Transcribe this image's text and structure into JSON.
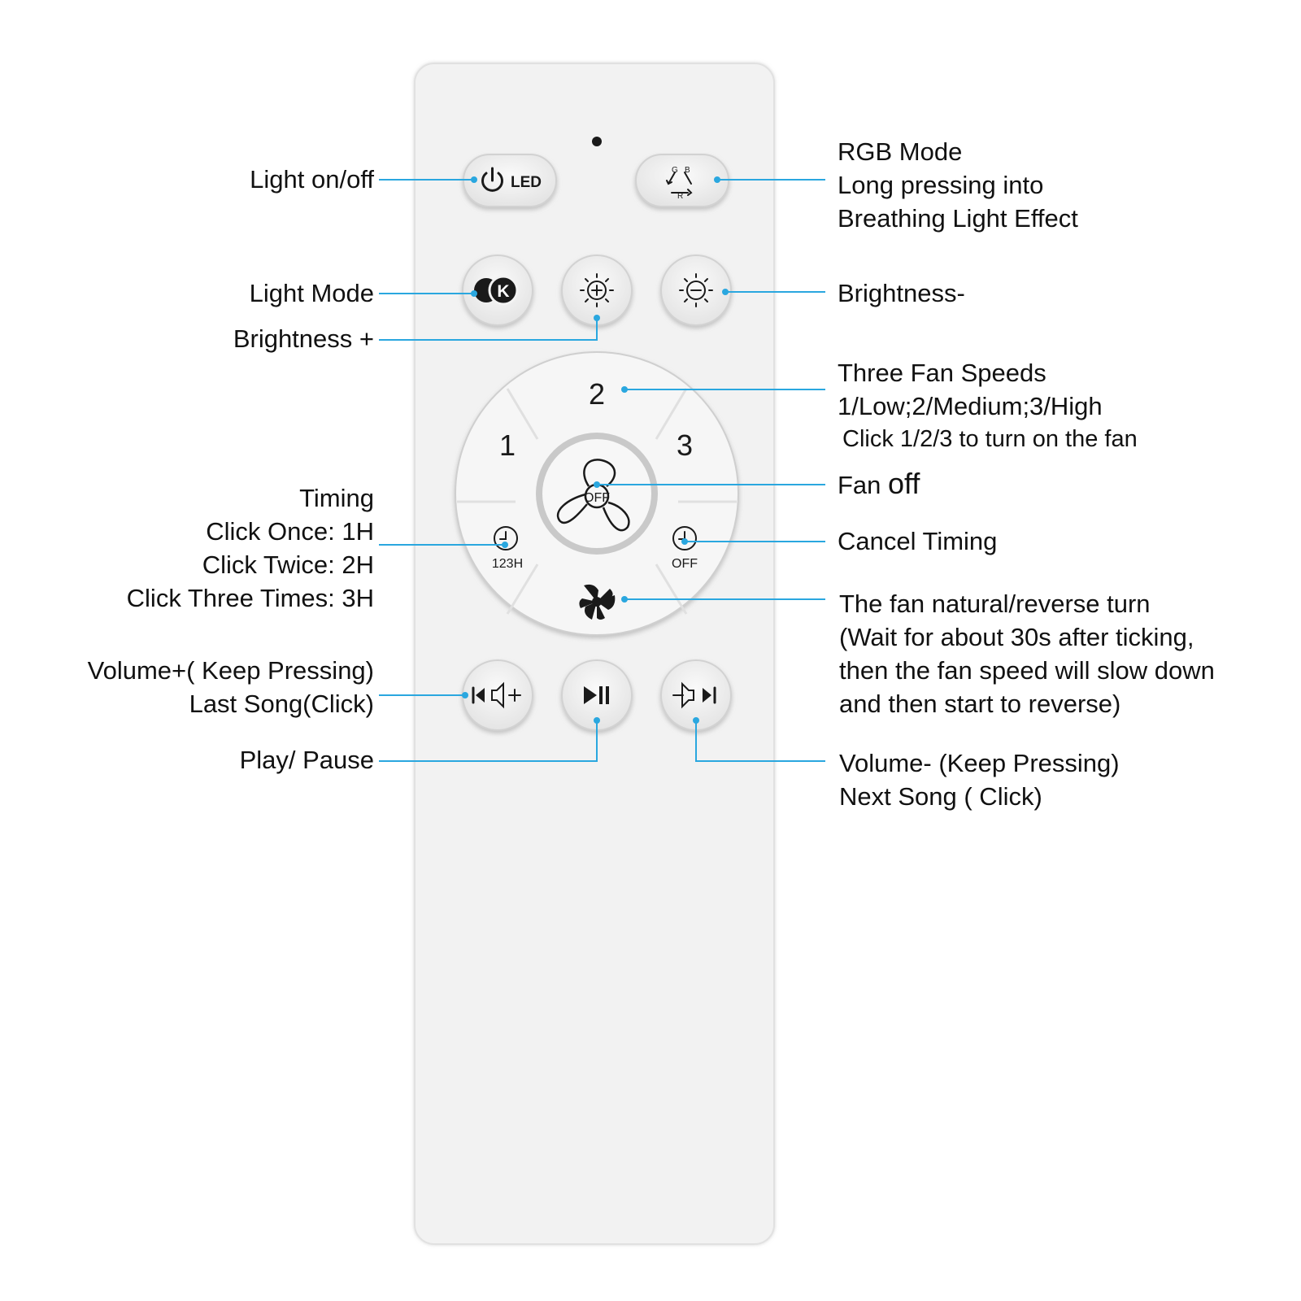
{
  "colors": {
    "leader": "#2aa7df",
    "remote_body": "#f2f2f2",
    "remote_edge": "#e2e2e2",
    "button": "#efefef",
    "button_shadow": "#cfcfcf",
    "icon": "#1a1a1a"
  },
  "remote": {
    "button_text": {
      "led": "LED",
      "fan_off": "OFF",
      "speed_1": "1",
      "speed_2": "2",
      "speed_3": "3",
      "timer_label": "123H",
      "cancel_timer_label": "OFF",
      "rgb_letters": [
        "G",
        "B",
        "R"
      ],
      "light_mode_letter": "K"
    },
    "icons": [
      "power-icon",
      "rgb-cycle-icon",
      "color-temp-icon",
      "brightness-plus-icon",
      "brightness-minus-icon",
      "fan-icon",
      "clock-icon",
      "reverse-fan-icon",
      "prev-volume-up-icon",
      "play-pause-icon",
      "volume-down-next-icon"
    ]
  },
  "labels": {
    "light_onoff": "Light on/off",
    "light_mode": "Light Mode",
    "brightness_plus": "Brightness +",
    "timing": [
      "Timing",
      "Click Once: 1H",
      "Click Twice: 2H",
      "Click Three Times: 3H"
    ],
    "volume_plus": [
      "Volume+( Keep Pressing)",
      "Last Song(Click)"
    ],
    "play_pause": "Play/ Pause",
    "rgb_mode": [
      "RGB Mode",
      "Long pressing into",
      "Breathing Light Effect"
    ],
    "brightness_minus": "Brightness-",
    "fan_speeds": [
      "Three Fan Speeds",
      "1/Low;2/Medium;3/High",
      "Click 1/2/3 to turn on the fan"
    ],
    "fan_off": {
      "prefix": "Fan ",
      "emph": "off"
    },
    "cancel_timing": "Cancel Timing",
    "fan_reverse": [
      "The fan natural/reverse turn",
      "(Wait for about 30s after ticking,",
      "then the fan speed will slow down",
      "and then start to reverse)"
    ],
    "volume_minus": [
      "Volume- (Keep Pressing)",
      "Next Song ( Click)"
    ]
  }
}
